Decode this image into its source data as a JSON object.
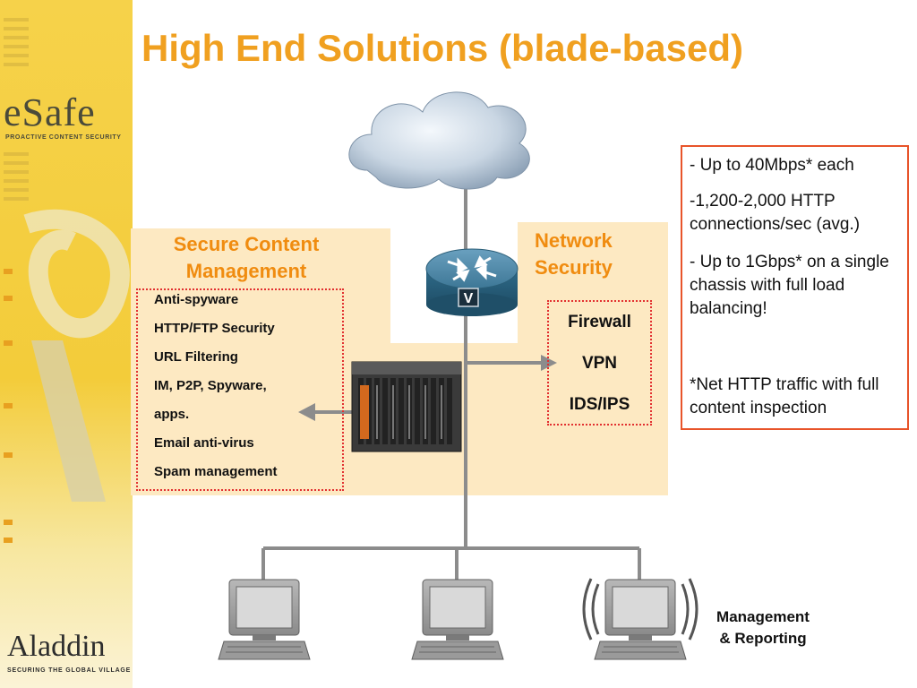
{
  "slide": {
    "title": "High End Solutions (blade-based)"
  },
  "branding": {
    "esafe_logo": "eSafe",
    "esafe_tagline": "PROACTIVE CONTENT SECURITY",
    "aladdin_logo": "Aladdin",
    "aladdin_tagline": "SECURING THE GLOBAL VILLAGE"
  },
  "secure_content": {
    "title_line1": "Secure Content",
    "title_line2": "Management",
    "items": [
      "Anti-spyware",
      "HTTP/FTP Security",
      "URL Filtering",
      "IM, P2P, Spyware,",
      "apps.",
      "Email anti-virus",
      "Spam management"
    ]
  },
  "network_security": {
    "title_line1": "Network",
    "title_line2": "Security",
    "items": [
      "Firewall",
      "VPN",
      "IDS/IPS"
    ]
  },
  "info_box": {
    "lines": [
      "- Up to 40Mbps* each",
      "-1,200-2,000 HTTP connections/sec (avg.)",
      "- Up to 1Gbps* on a single chassis with full load balancing!",
      "*Net HTTP traffic with full content inspection"
    ]
  },
  "management": {
    "line1": "Management",
    "line2": "& Reporting"
  },
  "router": {
    "badge": "V"
  },
  "colors": {
    "title": "#f0a020",
    "panel_title": "#f08c10",
    "panel_bg": "#fde9c2",
    "dotted_border": "#e23030",
    "info_border": "#e8542a",
    "sidebar": "#f3cc3a"
  }
}
